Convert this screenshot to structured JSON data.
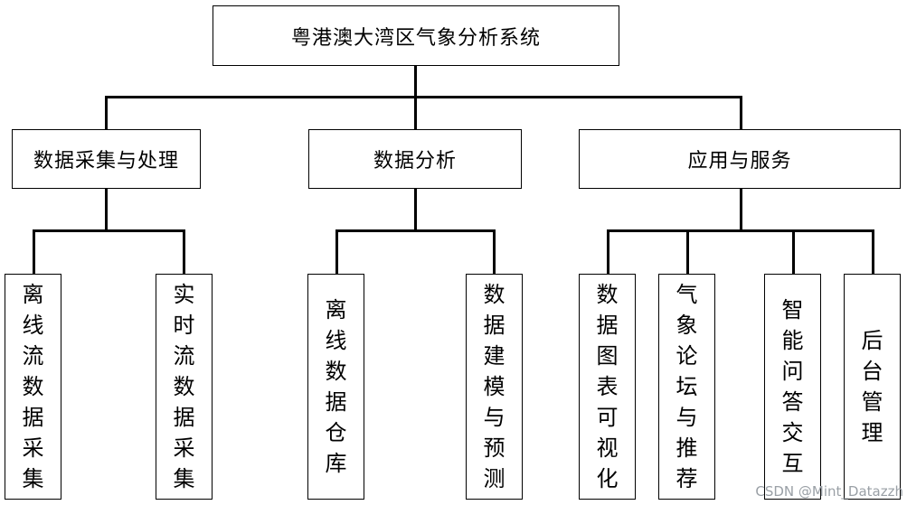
{
  "diagram": {
    "root": {
      "label": "粤港澳大湾区气象分析系统"
    },
    "modules": [
      {
        "label": "数据采集与处理",
        "children": [
          "离线流数据采集",
          "实时流数据采集"
        ]
      },
      {
        "label": "数据分析",
        "children": [
          "离线数据仓库",
          "数据建模与预测"
        ]
      },
      {
        "label": "应用与服务",
        "children": [
          "数据图表可视化",
          "气象论坛与推荐",
          "智能问答交互",
          "后台管理"
        ]
      }
    ]
  },
  "watermark": "CSDN @Mint_Datazzh"
}
